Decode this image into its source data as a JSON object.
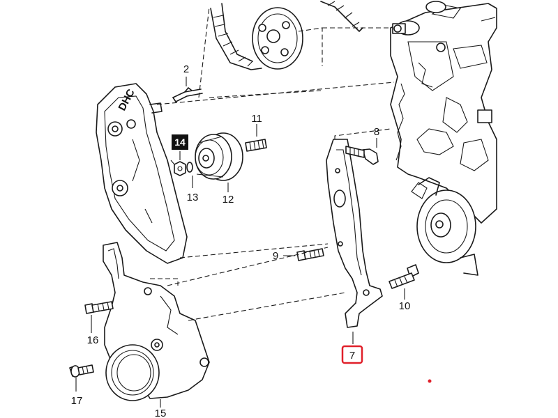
{
  "parts": [
    {
      "id": "part-2",
      "label": "2"
    },
    {
      "id": "part-7",
      "label": "7",
      "style": "highlighted"
    },
    {
      "id": "part-8",
      "label": "8"
    },
    {
      "id": "part-9",
      "label": "9"
    },
    {
      "id": "part-10",
      "label": "10"
    },
    {
      "id": "part-11",
      "label": "11"
    },
    {
      "id": "part-12",
      "label": "12"
    },
    {
      "id": "part-13",
      "label": "13"
    },
    {
      "id": "part-14",
      "label": "14",
      "style": "inverted"
    },
    {
      "id": "part-15",
      "label": "15"
    },
    {
      "id": "part-16",
      "label": "16"
    },
    {
      "id": "part-17",
      "label": "17"
    }
  ],
  "cover_text": "DHC",
  "colors": {
    "line": "#1a1a1a",
    "highlight": "#e0202a",
    "inverted_bg": "#111111",
    "background": "#ffffff"
  }
}
